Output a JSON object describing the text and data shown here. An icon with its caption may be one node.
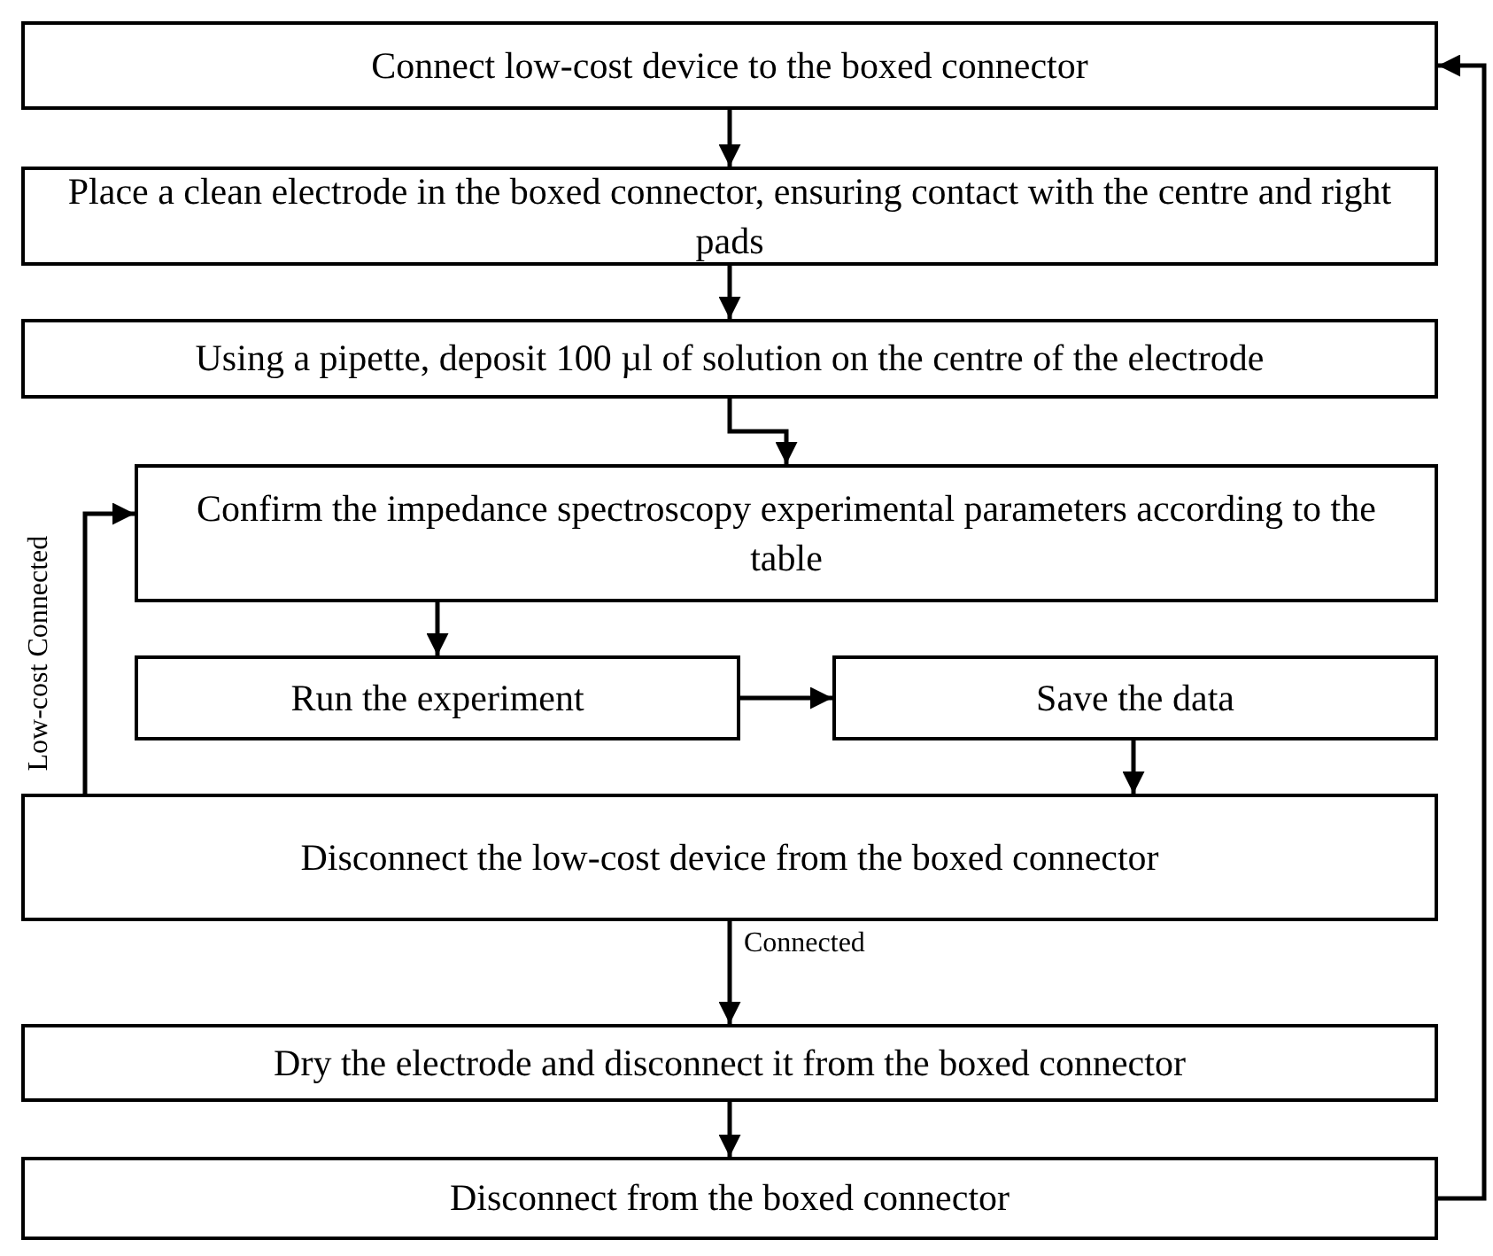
{
  "diagram": {
    "nodes": [
      {
        "text": [
          "Connect low-cost device to the boxed connector"
        ]
      },
      {
        "text": [
          "Place a clean electrode in the boxed connector, ensuring contact with the centre and right pads"
        ]
      },
      {
        "text": [
          "Using a pipette, deposit 100 µl of solution on the centre of the electrode"
        ]
      },
      {
        "text": [
          "Confirm the impedance spectroscopy experimental parameters according to the table"
        ]
      },
      {
        "text": [
          "Run the experiment"
        ]
      },
      {
        "text": [
          "Save the data"
        ]
      },
      {
        "text": [
          "Disconnect the low-cost device from the boxed connector"
        ]
      },
      {
        "text": [
          "Dry the electrode and disconnect it from the boxed connector"
        ]
      },
      {
        "text": [
          "Disconnect from the boxed connector"
        ]
      }
    ],
    "edges": [
      {
        "from": 0,
        "to": 1,
        "arrow": "to"
      },
      {
        "from": 1,
        "to": 2,
        "arrow": "to"
      },
      {
        "from": 2,
        "to": 3,
        "arrow": "to"
      },
      {
        "from": 3,
        "to": 4,
        "arrow": "to"
      },
      {
        "from": 4,
        "to": 5,
        "arrow": "to"
      },
      {
        "from": 5,
        "to": 6,
        "arrow": "to"
      },
      {
        "from": 6,
        "to": 3,
        "arrow": "to",
        "label": "Low-cost Connected"
      },
      {
        "from": 6,
        "to": 7,
        "arrow": "to",
        "label": "Connected"
      },
      {
        "from": 7,
        "to": 8,
        "arrow": "to"
      },
      {
        "from": 8,
        "to": 0,
        "arrow": "to"
      }
    ]
  }
}
